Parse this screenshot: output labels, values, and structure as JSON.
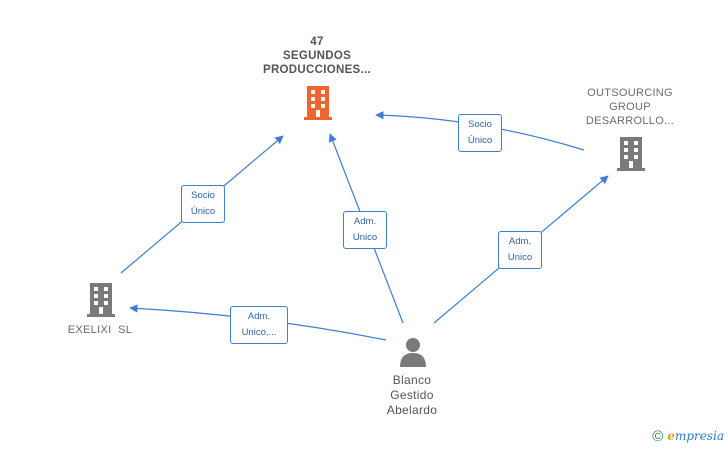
{
  "nodes": {
    "main_company": {
      "lines": [
        "47",
        "SEGUNDOS",
        "PRODUCCIONES..."
      ],
      "color": "#f0642d"
    },
    "outsourcing": {
      "lines": [
        "OUTSOURCING",
        "GROUP",
        "DESARROLLO..."
      ],
      "color": "#7a7a7a"
    },
    "exelixi": {
      "lines": [
        "EXELIXI  SL"
      ],
      "color": "#7a7a7a"
    },
    "person": {
      "lines": [
        "Blanco",
        "Gestido",
        "Abelardo"
      ],
      "color": "#7a7a7a"
    }
  },
  "edges": {
    "exelixi_to_main": [
      "Socio",
      "Único"
    ],
    "outsourcing_to_main": [
      "Socio",
      "Único"
    ],
    "person_to_main": [
      "Adm.",
      "Unico"
    ],
    "person_to_outsourcing": [
      "Adm.",
      "Unico"
    ],
    "person_to_exelixi": [
      "Adm.",
      "Unico,..."
    ]
  },
  "edge_color": "#3f7fd0",
  "footer": {
    "copyright_symbol": "©",
    "brand_e": "e",
    "brand_rest": "mpresia"
  }
}
